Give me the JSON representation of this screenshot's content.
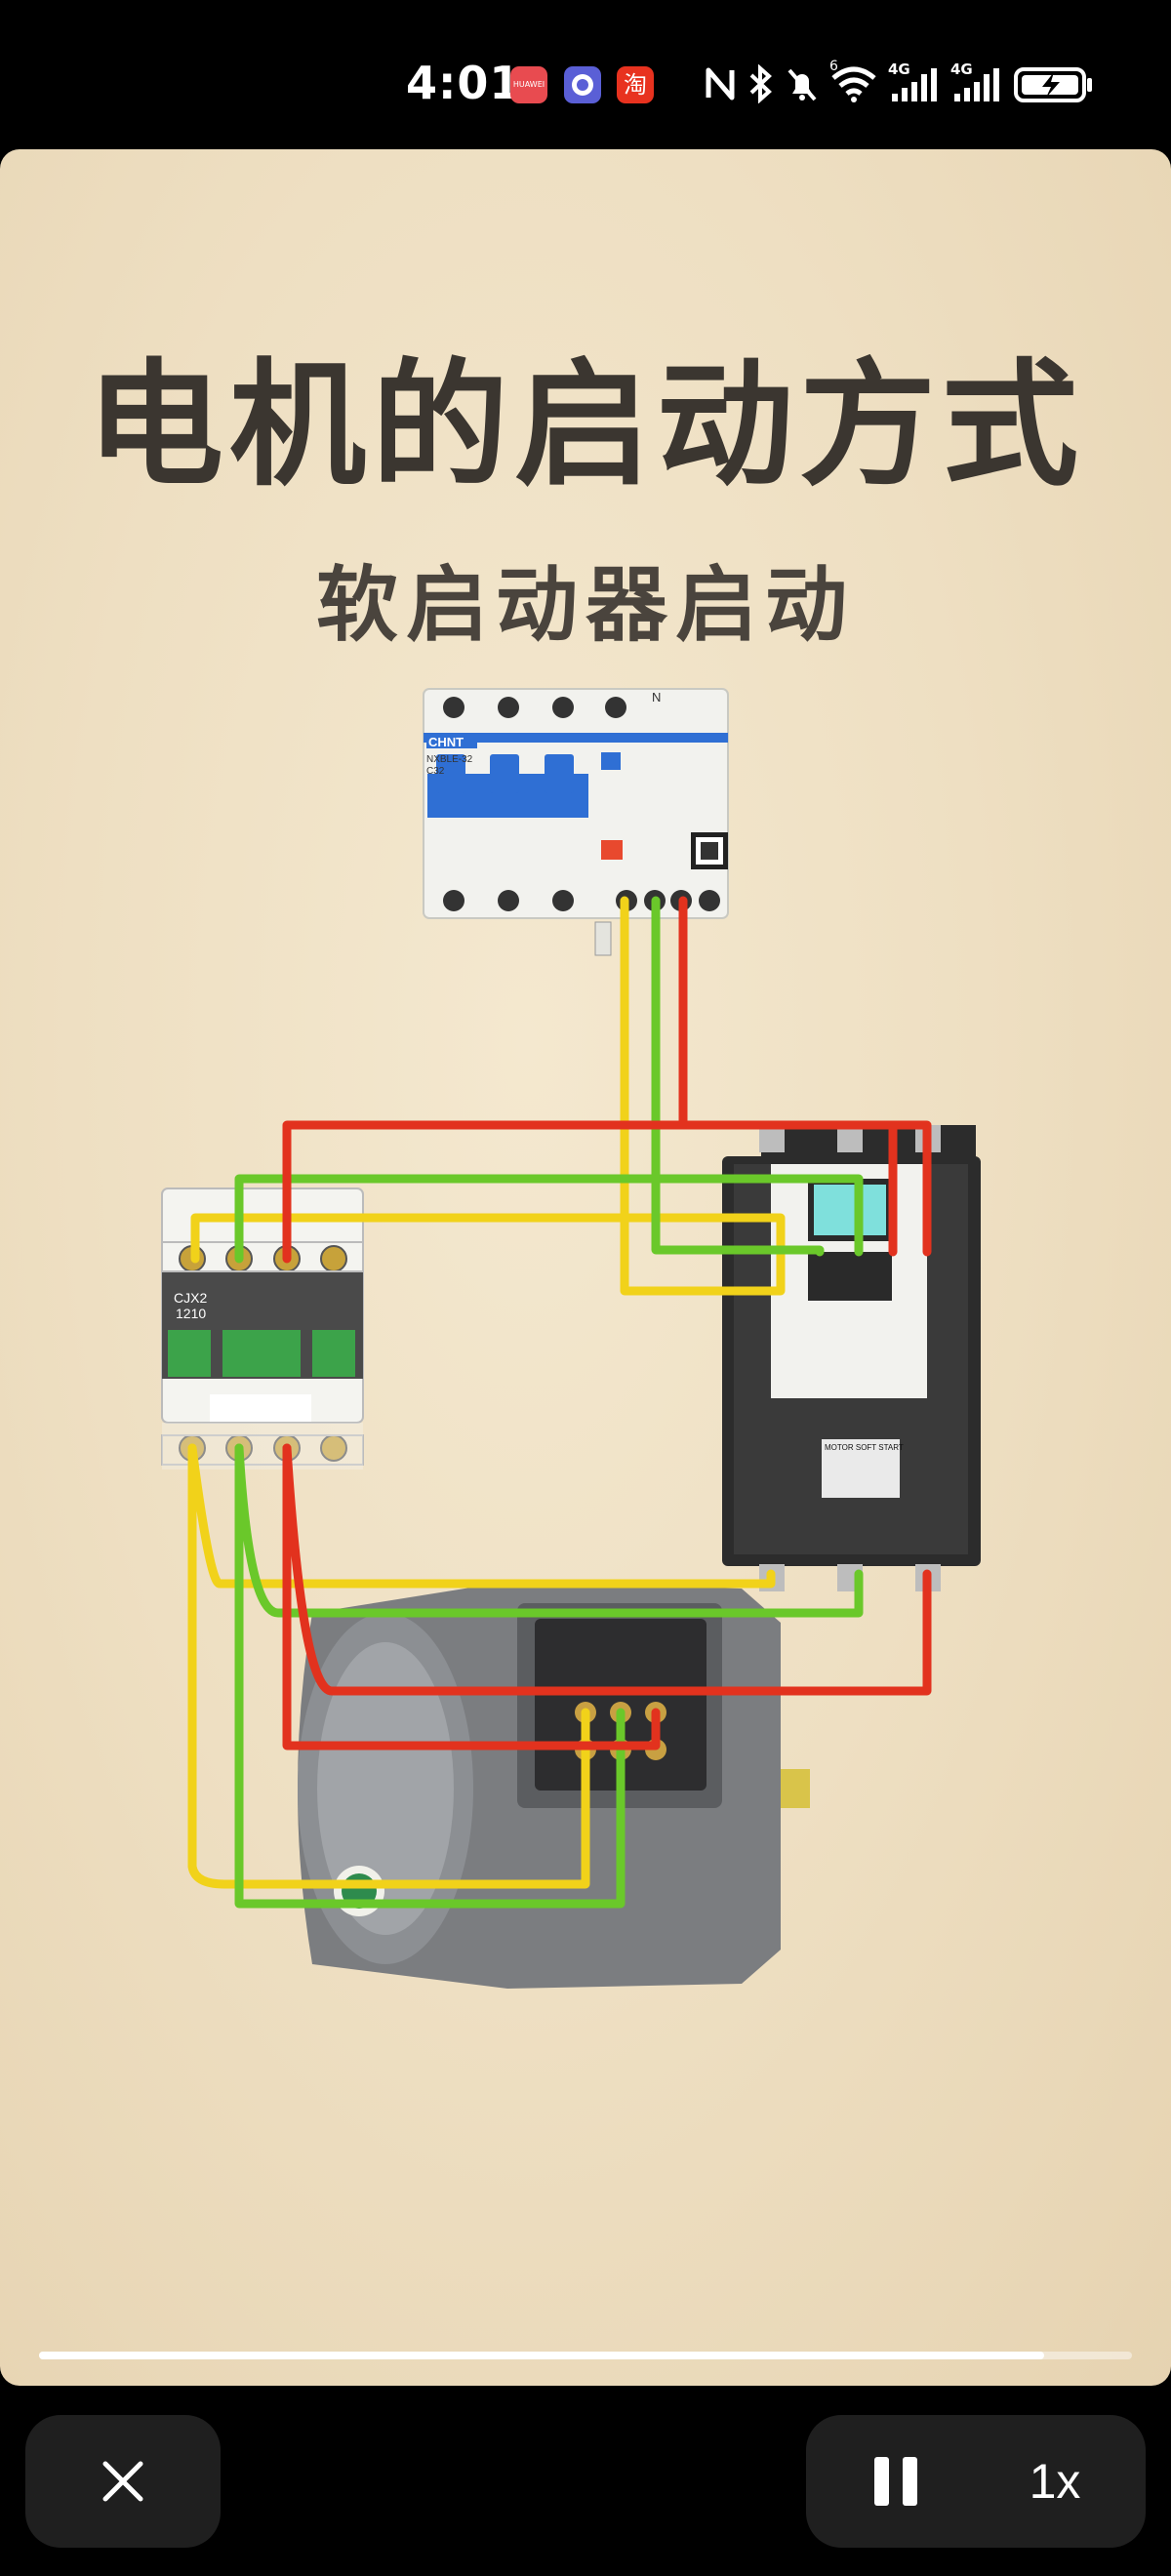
{
  "status_bar": {
    "time": "4:01",
    "apps": [
      {
        "name": "huawei",
        "label": "HUAWEI",
        "color": "#e84b50"
      },
      {
        "name": "app-circle",
        "label": "",
        "color": "#5a5fd6"
      },
      {
        "name": "taobao",
        "label": "淘",
        "color": "#e8321f"
      }
    ],
    "network": [
      "4G",
      "4G"
    ],
    "wifi_label": "6"
  },
  "video": {
    "title": "电机的启动方式",
    "subtitle": "软启动器启动",
    "breaker": {
      "brand": "CHNT",
      "model": "NXBLE-32",
      "rating": "C32",
      "neutral": "N"
    },
    "contactor": {
      "model": "CJX2",
      "rating": "1210"
    },
    "soft_starter": {
      "label": "MOTOR SOFT START"
    },
    "progress": 0.92,
    "wire_colors": {
      "yellow": "#f1d21a",
      "green": "#6ac82a",
      "red": "#e2321e"
    }
  },
  "controls": {
    "close_label": "close",
    "speed_label": "1x"
  }
}
